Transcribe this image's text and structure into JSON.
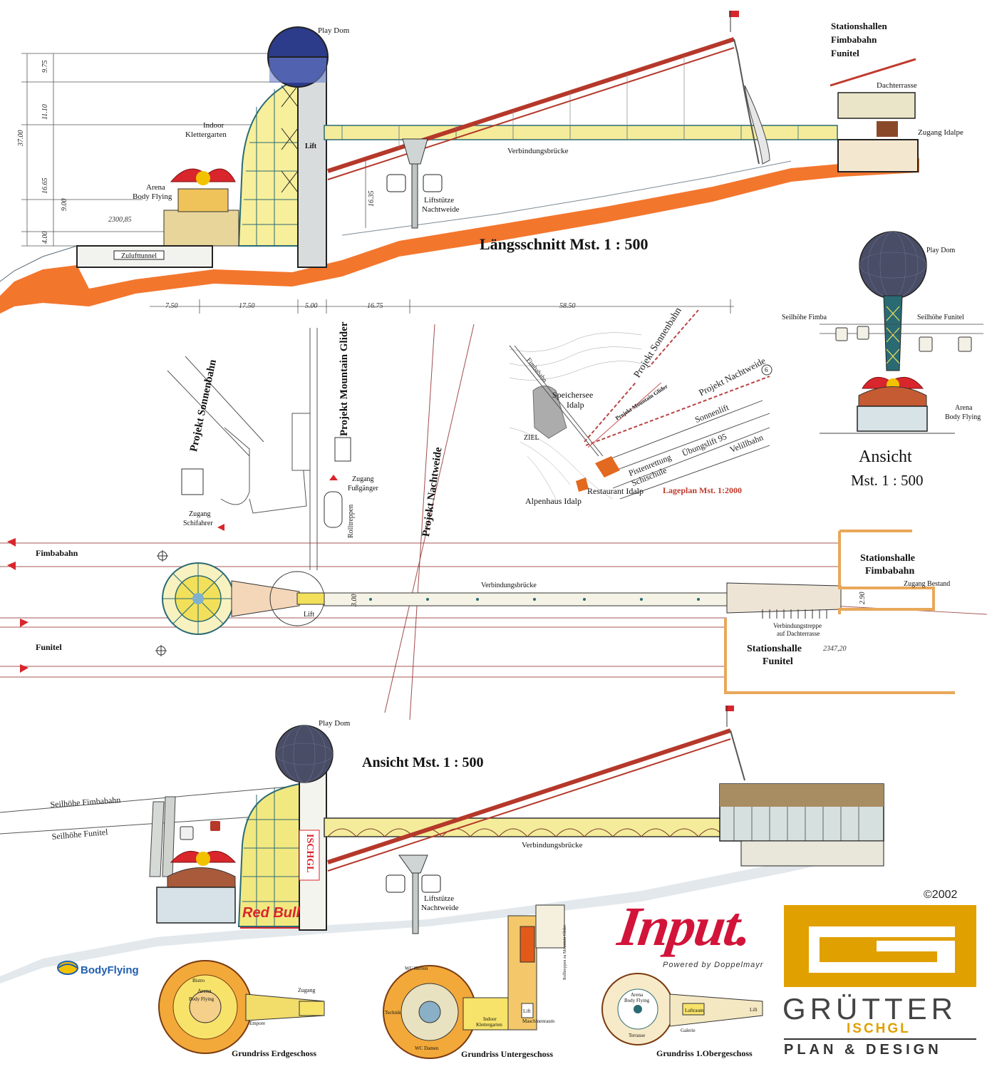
{
  "colors": {
    "terrain": "#f26a1b",
    "truss": "#b5382a",
    "steel": "#2a6a73",
    "glass": "#f2e05a",
    "dome": "#4a4d66",
    "gold": "#e0a000",
    "input_red": "#d2143a",
    "redbull_red": "#d8262c",
    "bodyflying_blue": "#1f5fb0"
  },
  "section": {
    "title": "Längsschnitt Mst. 1 : 500",
    "station_heading": [
      "Stationshallen",
      "Fimbabahn",
      "Funitel"
    ],
    "labels": {
      "play_dom": "Play Dom",
      "indoor": "Indoor",
      "klettergarten": "Klettergarten",
      "arena": "Arena",
      "body_flying": "Body Flying",
      "lift": "Lift",
      "verbindungsbruecke": "Verbindungsbrücke",
      "liftstuetze": "Liftstütze",
      "nachtweide": "Nachtweide",
      "dachterrasse": "Dachterrasse",
      "zugang_idalpe": "Zugang Idalpe",
      "zuluftunnel": "Zulufttunnel"
    },
    "elevation": "2300,85",
    "vertical_dims": [
      "9.75",
      "11.10",
      "16.65",
      "4.00",
      "37.00",
      "9.00",
      "16.35"
    ],
    "horizontal_dims": [
      "7.50",
      "17.50",
      "5.00",
      "16.75",
      "58.50"
    ]
  },
  "ansicht_small": {
    "title": "Ansicht",
    "scale": "Mst. 1 : 500",
    "play_dom": "Play Dom",
    "seil_fimba": "Seilhöhe Fimba",
    "seil_funitel": "Seilhöhe Funitel",
    "arena": "Arena",
    "body_flying": "Body Flying"
  },
  "site_plan": {
    "title": "Lageplan Mst. 1:2000",
    "labels": {
      "projekt_sonnenbahn": "Projekt Sonnenbahn",
      "projekt_nachtweide": "Projekt Nachtweide",
      "projekt_mountain_glider": "Projekt Mountain Glider",
      "speichersee": "Speichersee",
      "idalp": "Idalp",
      "sonnenlift": "Sonnenlift",
      "uebungslift": "Übungslift 95",
      "velillbahn": "Velillbahn",
      "pistenrettung": "Pistenrettung",
      "schischule": "Schischule",
      "restaurant": "Restaurant Idalp",
      "alpenhaus": "Alpenhaus Idalp",
      "ziel": "ZIEL",
      "fimbabahn": "Fimbabahn",
      "number": "6"
    }
  },
  "plan": {
    "projekt_sonnenbahn": "Projekt Sonnenbahn",
    "projekt_mountain_glider": "Projekt Mountain Glider",
    "projekt_nachtweide": "Projekt Nachtweide",
    "zugang_fussgaenger": [
      "Zugang",
      "Fußgänger"
    ],
    "zugang_schifahrer": [
      "Zugang",
      "Schifahrer"
    ],
    "rolltreppen": "Rolltreppen",
    "fimbabahn": "Fimbabahn",
    "funitel": "Funitel",
    "verbindungsbruecke": "Verbindungsbrücke",
    "lift": "Lift",
    "stationshalle_fimbabahn": [
      "Stationshalle",
      "Fimbabahn"
    ],
    "zugang_bestand": "Zugang Bestand",
    "verbindungstreppe": [
      "Verbindungstreppe",
      "auf Dachterrasse"
    ],
    "stationshalle_funitel": [
      "Stationshalle",
      "Funitel"
    ],
    "dim_300": "3.00",
    "dim_290": "2.90",
    "elev": "2347,20"
  },
  "elevation_view": {
    "title": "Ansicht Mst. 1 : 500",
    "play_dom": "Play Dom",
    "seil_fimbabahn": "Seilhöhe Fimbabahn",
    "seil_funitel": "Seilhöhe Funitel",
    "verbindungsbruecke": "Verbindungsbrücke",
    "liftstuetze": "Liftstütze",
    "nachtweide": "Nachtweide",
    "redbull": "Red Bull",
    "ischgl_sign": "ISCHGL"
  },
  "floor_plans": [
    {
      "title": "Grundriss Erdgeschoss",
      "labels": [
        "Bistro",
        "Arena",
        "Body Flying",
        "Zugang",
        "Empore"
      ]
    },
    {
      "title": "Grundriss Untergeschoss",
      "labels": [
        "WC Herren",
        "WC Damen",
        "Technik",
        "Indoor",
        "Klettergarten",
        "Maschinenraum",
        "Lift",
        "Rolltreppen zu Mountain Glider"
      ]
    },
    {
      "title": "Grundriss 1.Obergeschoss",
      "labels": [
        "Arena",
        "Body Flying",
        "Luftraum",
        "Lift",
        "Terrasse",
        "Galerie"
      ]
    }
  ],
  "logos": {
    "bodyflying": "BodyFlying",
    "input": "Input.",
    "input_sub": "Powered by Doppelmayr",
    "copyright": "©2002",
    "grutter": "GRÜTTER",
    "ischgl": "ISCHGL",
    "plandesign": "PLAN & DESIGN"
  }
}
